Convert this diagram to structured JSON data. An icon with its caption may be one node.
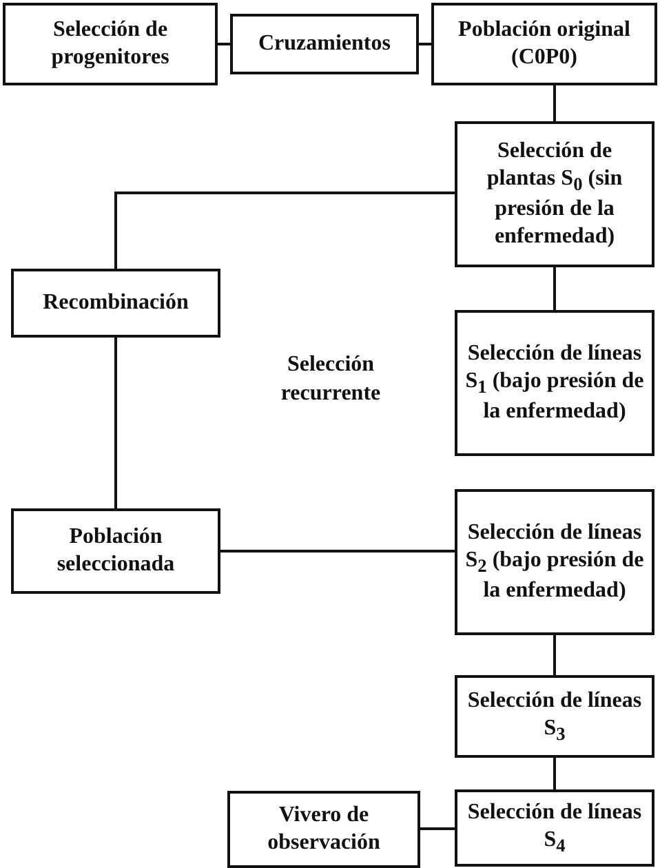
{
  "diagram": {
    "nodes": [
      {
        "text": [
          "Selección de progenitores"
        ]
      },
      {
        "text": [
          "Cruzamientos"
        ]
      },
      {
        "text": [
          "Población original (C0P0)"
        ]
      },
      {
        "text": [
          "Selección de plantas S$_{0}$ (sin presión de la enfermedad)"
        ]
      },
      {
        "text": [
          "Recombinación"
        ]
      },
      {
        "text": [
          "Selección de líneas S$_{1}$ (bajo presión de la enfermedad)"
        ]
      },
      {
        "text": [
          "Población seleccionada"
        ]
      },
      {
        "text": [
          "Selección de líneas S$_{2}$ (bajo presión de la enfermedad)"
        ]
      },
      {
        "text": [
          "Selección de líneas S$_{3}$"
        ]
      },
      {
        "text": [
          "Vivero de observación"
        ]
      },
      {
        "text": [
          "Selección de líneas S$_{4}$"
        ]
      }
    ],
    "edges": [
      {
        "from": 0,
        "to": 1,
        "arrow": "none"
      },
      {
        "from": 1,
        "to": 2,
        "arrow": "none"
      },
      {
        "from": 2,
        "to": 3,
        "arrow": "none"
      },
      {
        "from": 3,
        "to": 4,
        "arrow": "none"
      },
      {
        "from": 3,
        "to": 5,
        "arrow": "none"
      },
      {
        "from": 4,
        "to": 6,
        "arrow": "none"
      },
      {
        "from": 6,
        "to": 7,
        "arrow": "none"
      },
      {
        "from": 7,
        "to": 8,
        "arrow": "none"
      },
      {
        "from": 8,
        "to": 10,
        "arrow": "none"
      },
      {
        "from": 9,
        "to": 10,
        "arrow": "none"
      }
    ],
    "labels": [
      "Selección recurrente"
    ]
  }
}
